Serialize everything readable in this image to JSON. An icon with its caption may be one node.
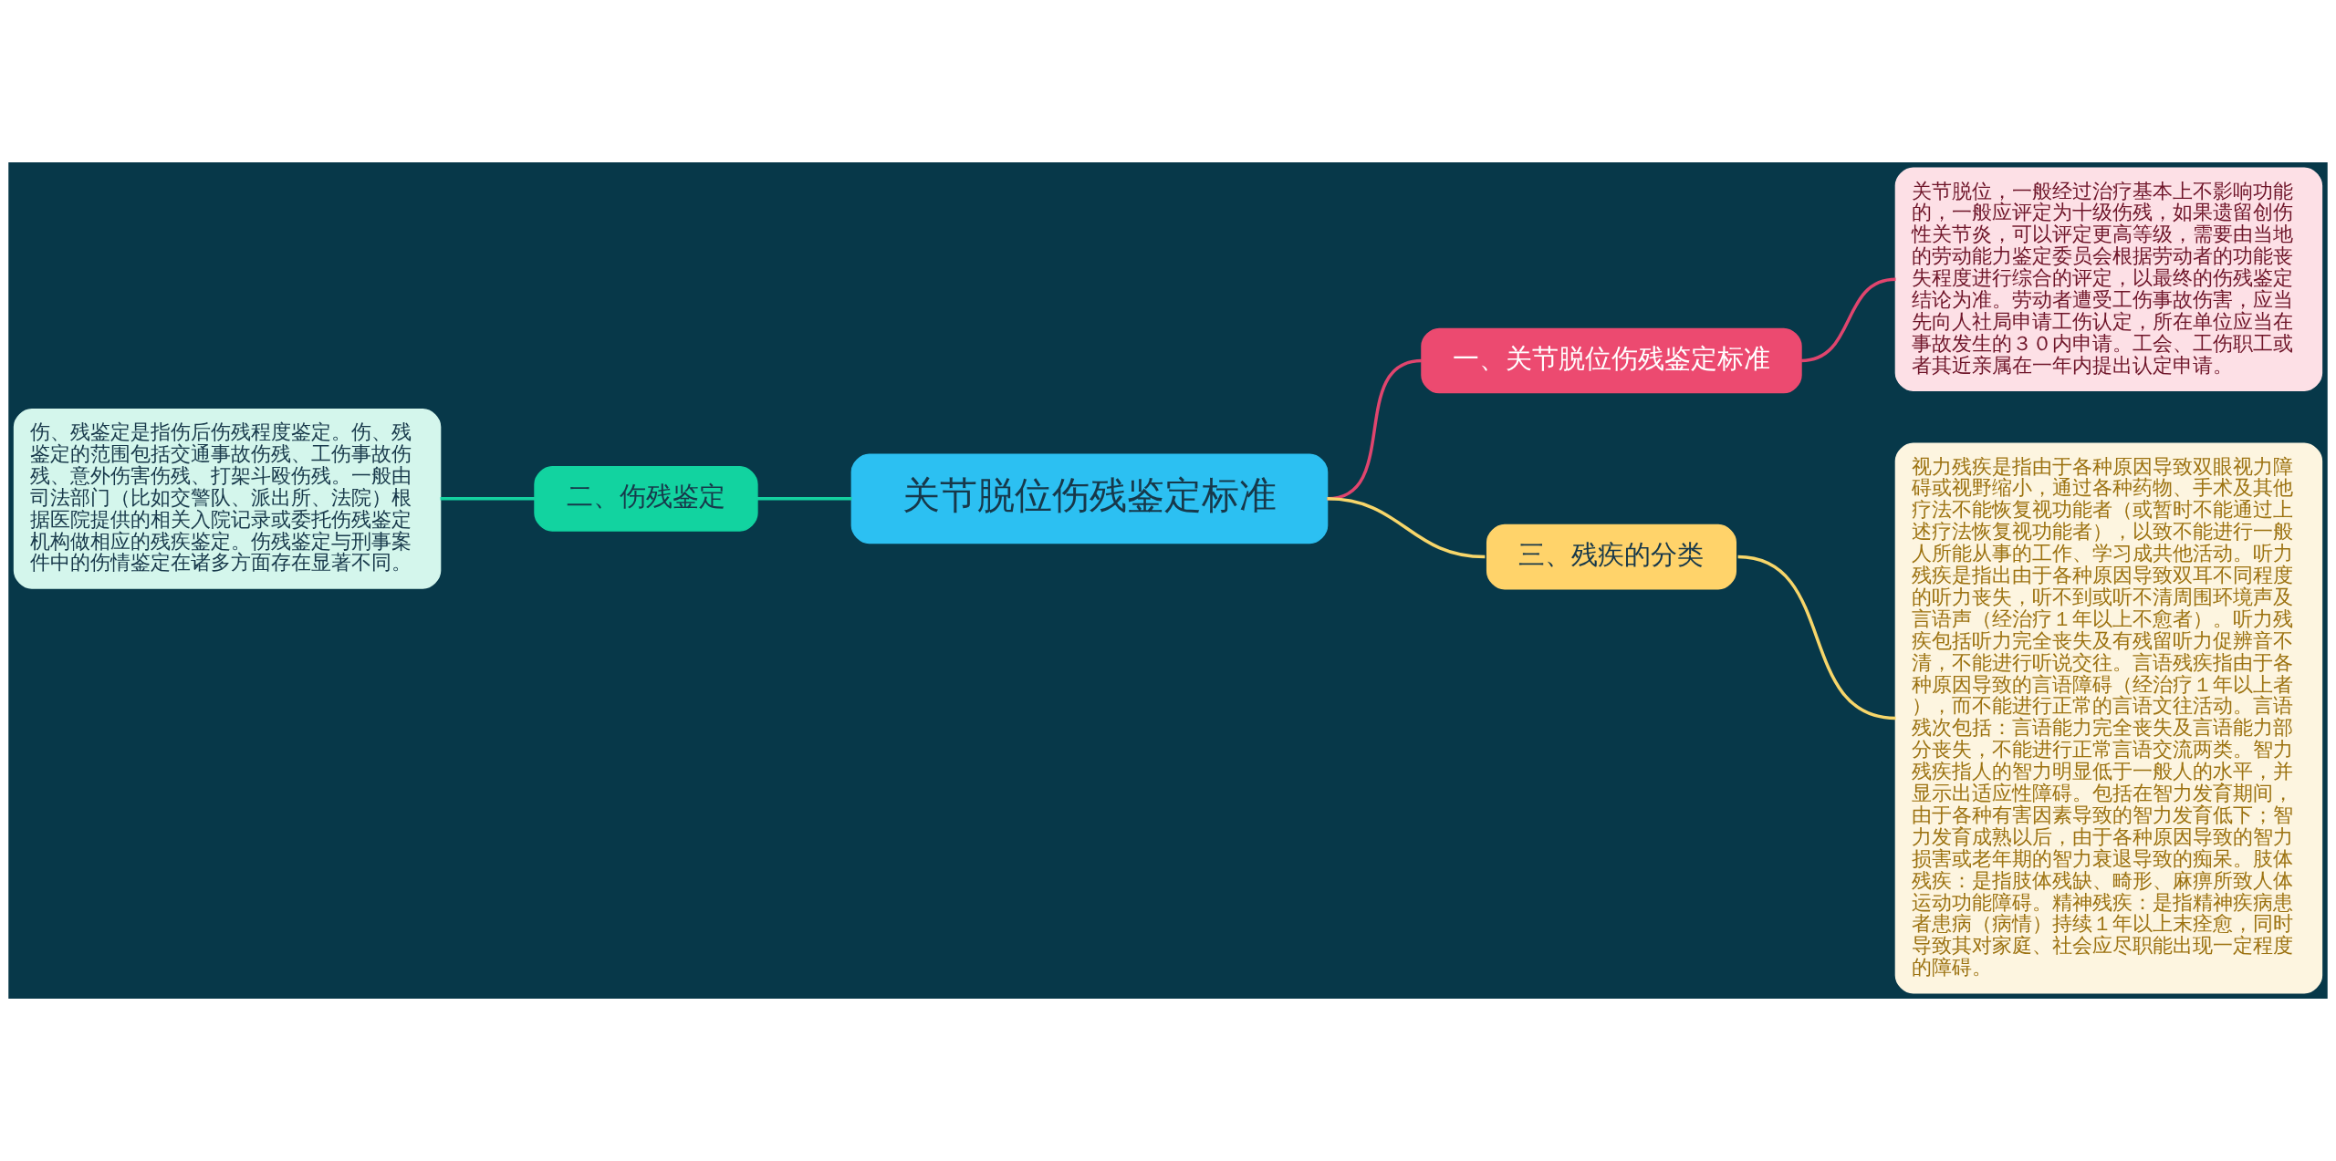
{
  "diagram": {
    "nodes": [
      {
        "text": [
          "关节脱位伤残鉴定标准"
        ]
      },
      {
        "text": [
          "一、关节脱位伤残鉴定标准"
        ]
      },
      {
        "text": [
          "关节脱位，一般经过治疗基本上不影响功能的，一般应评定为十级伤残，如果遗留创伤性关节炎，可以评定更高等级，需要由当地的劳动能力鉴定委员会根据劳动者的功能丧失程度进行综合的评定，以最终的伤残鉴定结论为准。劳动者遭受工伤事故伤害，应当先向人社局申请工伤认定，所在单位应当在事故发生的３０内申请。工会、工伤职工或者其近亲属在一年内提出认定申请。"
        ]
      },
      {
        "text": [
          "二、伤残鉴定"
        ]
      },
      {
        "text": [
          "伤、残鉴定是指伤后伤残程度鉴定。伤、残鉴定的范围包括交通事故伤残、工伤事故伤残、意外伤害伤残、打架斗殴伤残。一般由司法部门（比如交警队、派出所、法院）根据医院提供的相关入院记录或委托伤残鉴定机构做相应的残疾鉴定。伤残鉴定与刑事案件中的伤情鉴定在诸多方面存在显著不同。"
        ]
      },
      {
        "text": [
          "三、残疾的分类"
        ]
      },
      {
        "text": [
          "视力残疾是指由于各种原因导致双眼视力障碍或视野缩小，通过各种药物、手术及其他疗法不能恢复视功能者（或暂时不能通过上述疗法恢复视功能者），以致不能进行一般人所能从事的工作、学习成共他活动。听力残疾是指出由于各种原因导致双耳不同程度的听力丧失，听不到或听不清周围环境声及言语声（经治疗１年以上不愈者）。听力残疾包括听力完全丧失及有残留听力促辨音不清，不能进行听说交往。言语残疾指由于各种原因导致的言语障碍（经治疗１年以上者），而不能进行正常的言语文往活动。言语残次包括：言语能力完全丧失及言语能力部分丧失，不能进行正常言语交流两类。智力残疾指人的智力明显低于一般人的水平，并显示出适应性障碍。包括在智力发育期间，由于各种有害因素导致的智力发育低下；智力发育成熟以后，由于各种原因导致的智力损害或老年期的智力衰退导致的痴呆。肢体残疾：是指肢体残缺、畸形、麻痹所致人体运动功能障碍。精神残疾：是指精神疾病患者患病（病情）持续１年以上末痊愈，同时导致其对家庭、社会应尽职能出现一定程度的障碍。"
        ]
      }
    ],
    "edges": [
      {
        "from": 0,
        "to": 1,
        "arrow": "none",
        "color": "#e0456e"
      },
      {
        "from": 1,
        "to": 2,
        "arrow": "none",
        "color": "#e0456e"
      },
      {
        "from": 0,
        "to": 3,
        "arrow": "none",
        "color": "#14d1a0"
      },
      {
        "from": 3,
        "to": 4,
        "arrow": "none",
        "color": "#14d1a0"
      },
      {
        "from": 0,
        "to": 5,
        "arrow": "none",
        "color": "#f7d66a"
      },
      {
        "from": 5,
        "to": 6,
        "arrow": "none",
        "color": "#f7d66a"
      }
    ]
  }
}
